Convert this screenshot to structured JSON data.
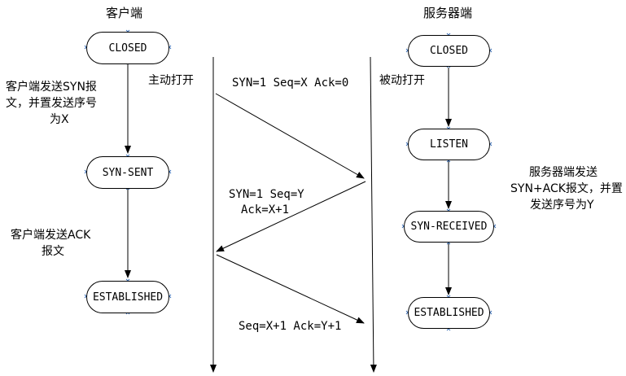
{
  "client": {
    "title": "客户端",
    "states": [
      "CLOSED",
      "SYN-SENT",
      "ESTABLISHED"
    ],
    "note_send_syn": [
      "客户端发送SYN报",
      "文，并置发送序号",
      "为X"
    ],
    "note_send_ack": [
      "客户端发送ACK",
      "报文"
    ],
    "active_open": "主动打开"
  },
  "server": {
    "title": "服务器端",
    "states": [
      "CLOSED",
      "LISTEN",
      "SYN-RECEIVED",
      "ESTABLISHED"
    ],
    "passive_open": "被动打开",
    "note_send_synack": [
      "服务器端发送",
      "SYN+ACK报文，并置",
      "发送序号为Y"
    ]
  },
  "messages": {
    "m1": "SYN=1 Seq=X Ack=0",
    "m2_line1": "SYN=1 Seq=Y",
    "m2_line2": "Ack=X+1",
    "m3": "Seq=X+1 Ack=Y+1"
  }
}
